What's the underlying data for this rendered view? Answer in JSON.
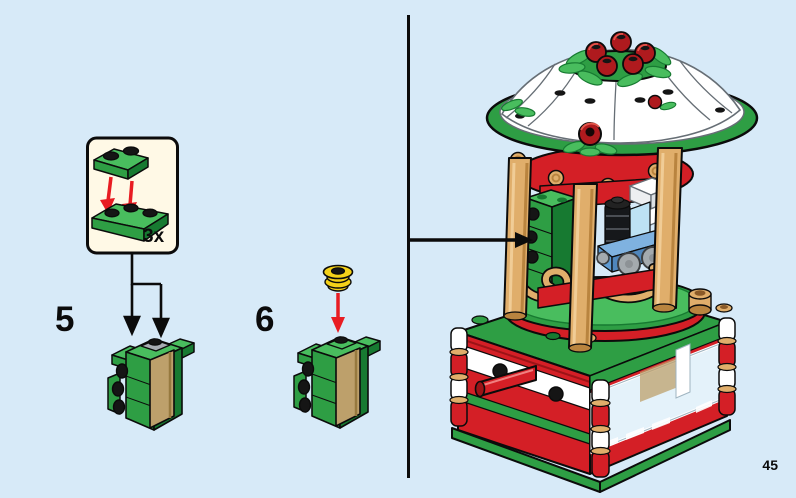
{
  "page": {
    "number": "45"
  },
  "panel_left": {
    "callout": {
      "quantity": "3x"
    },
    "steps": [
      {
        "number": "5"
      },
      {
        "number": "6"
      }
    ]
  },
  "colors": {
    "page-bg": "#D7EAF8",
    "ink": "#0b0b0b",
    "callout-bg": "#FFF9E6",
    "green": "#2E9E44",
    "green-light": "#49BD5E",
    "green-dark": "#177A31",
    "red": "#D41F26",
    "red-dark": "#9C1317",
    "berry": "#AF1A1E",
    "berry-hi": "#E4554A",
    "tan": "#BDA06B",
    "tan-dark": "#96793F",
    "gold": "#E0AE6B",
    "gold-dark": "#B9843F",
    "gold-hi": "#F0CC96",
    "white-piece": "#FFFFFF",
    "edge-gray": "#666E75",
    "azure": "#BDE2F4",
    "blue": "#5E9BD3",
    "blue-top": "#7FB2E0",
    "blue-deep": "#4F86BC",
    "wheel-gray": "#A4AAAE",
    "dark": "#151515",
    "gray-plate": "#A8ADB3",
    "yellow": "#F4D119",
    "window": "#E4F2FA",
    "arrow-red": "#E81C22"
  }
}
